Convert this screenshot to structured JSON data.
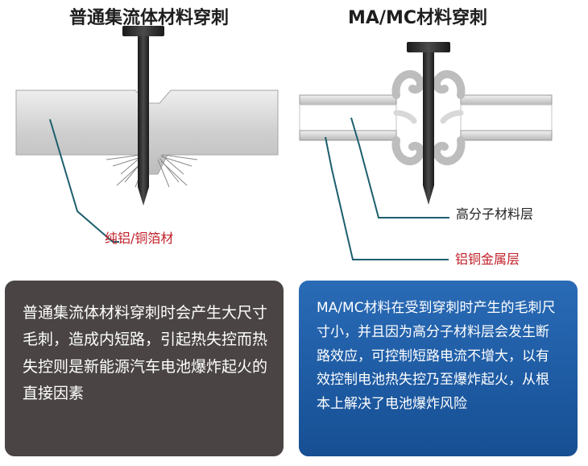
{
  "left_panel": {
    "title": "普通集流体材料穿刺",
    "label": "纯铝/铜箔材",
    "description": "普通集流体材料穿刺时会产生大尺寸毛刺，造成内短路，引起热失控而热失控则是新能源汽车电池爆炸起火的直接因素"
  },
  "right_panel": {
    "title": "MA/MC材料穿刺",
    "label_polymer": "高分子材料层",
    "label_metal": "铝铜金属层",
    "description": "MA/MC材料在受到穿刺时产生的毛刺尺寸小，并且因为高分子材料层会发生断路效应，可控制短路电流不增大，以有效控制电池热失控乃至爆炸起火，从根本上解决了电池爆炸风险"
  },
  "colors": {
    "label_red": "#c0202a",
    "left_box": "#4a4544",
    "right_box": "#1d5aa2"
  }
}
